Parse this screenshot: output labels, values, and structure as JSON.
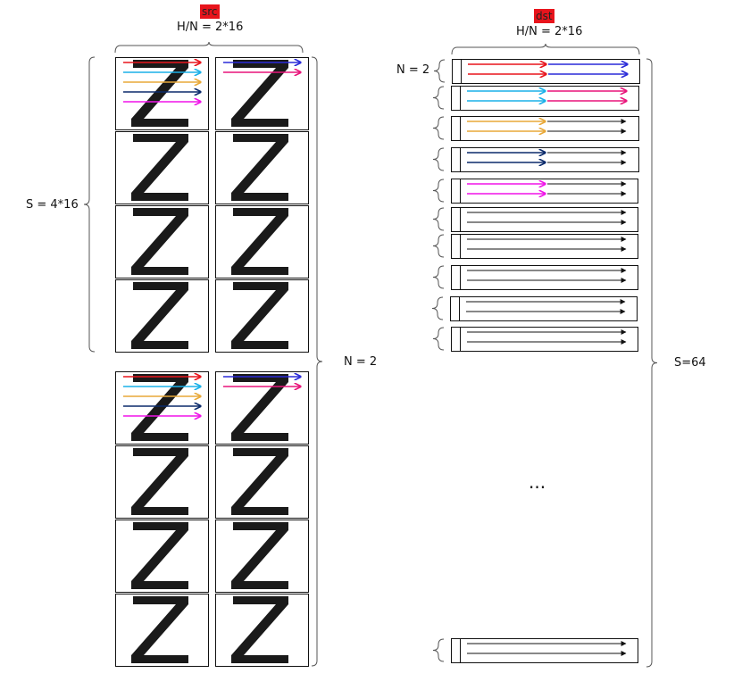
{
  "labels": {
    "src_tag": "src",
    "dst_tag": "dst",
    "src_width": "H/N = 2*16",
    "dst_width": "H/N = 2*16",
    "src_seq": "S = 4*16",
    "src_groups": "N = 2",
    "dst_n": "N =  2",
    "dst_seq": "S=64",
    "ellipsis": "..."
  },
  "colors": {
    "tag_bg": "#e8141c",
    "red": "#e8141c",
    "cyan": "#1ab0e8",
    "orange": "#e8a838",
    "navy": "#0b2a6b",
    "magenta": "#f014e8",
    "blue": "#2a2ad8",
    "pink": "#e8147a",
    "black": "#111111",
    "glyph": "#1a1a1a"
  },
  "glyph": "Z",
  "icons": {
    "tile_glyph": "letter-z-glyph",
    "brace": "curly-brace",
    "arrow": "arrow-right"
  }
}
